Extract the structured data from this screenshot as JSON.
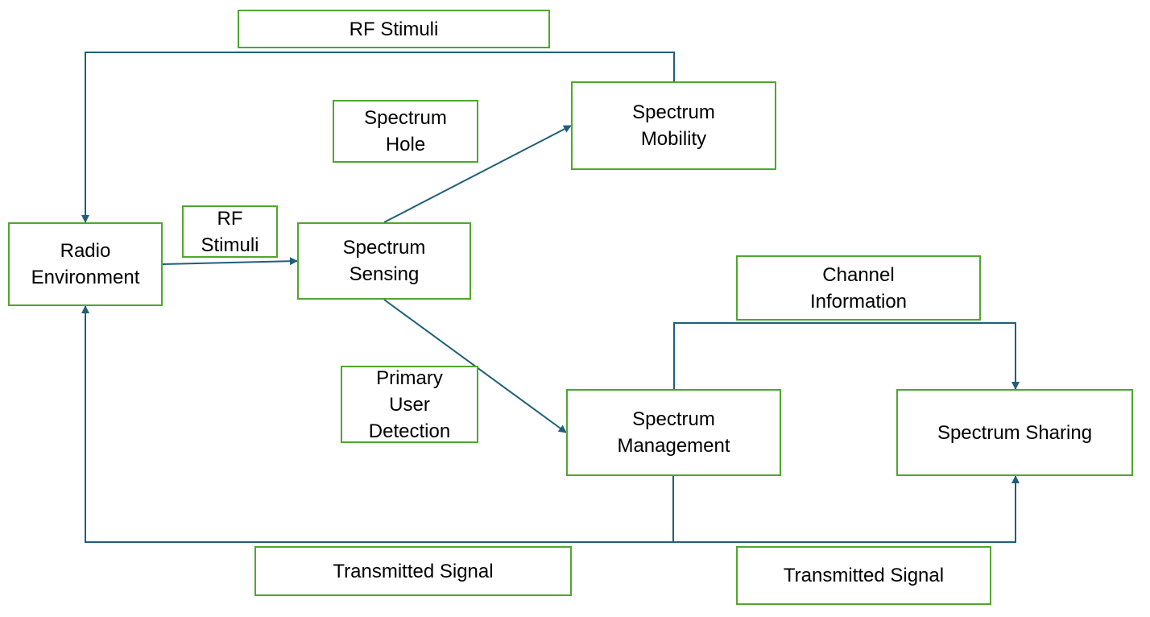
{
  "nodes": {
    "radio_environment": "Radio\nEnvironment",
    "spectrum_sensing": "Spectrum\nSensing",
    "spectrum_mobility": "Spectrum\nMobility",
    "spectrum_management": "Spectrum\nManagement",
    "spectrum_sharing": "Spectrum Sharing"
  },
  "labels": {
    "rf_stimuli_top": "RF Stimuli",
    "rf_stimuli_small": "RF\nStimuli",
    "spectrum_hole": "Spectrum\nHole",
    "primary_user_detection": "Primary\nUser\nDetection",
    "channel_information": "Channel\nInformation",
    "transmitted_signal_left": "Transmitted Signal",
    "transmitted_signal_right": "Transmitted Signal"
  },
  "colors": {
    "box_border": "#4ea72e",
    "connector": "#1f5f7a"
  }
}
